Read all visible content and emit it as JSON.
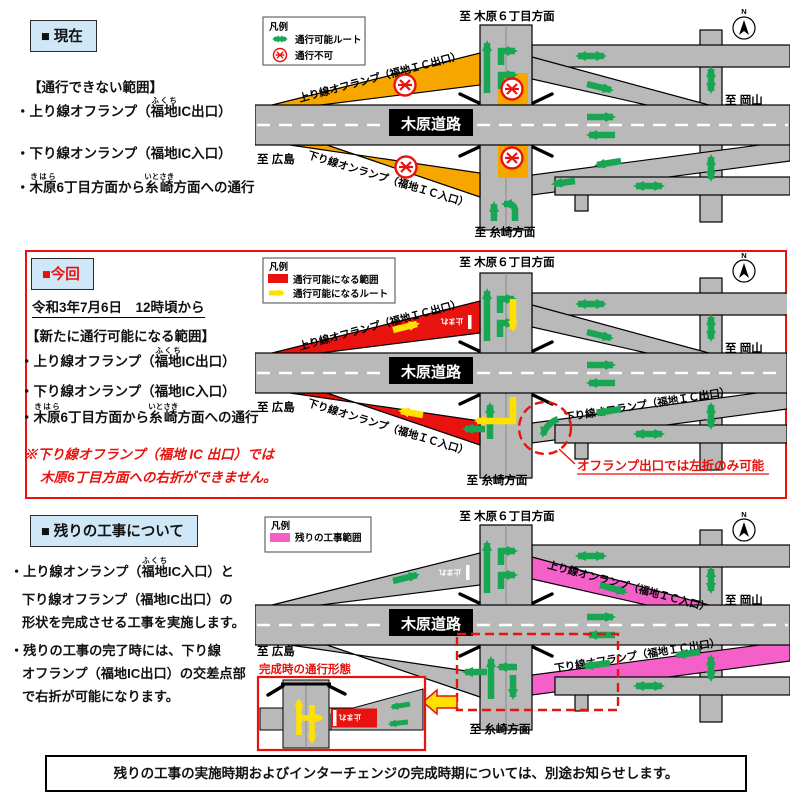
{
  "colors": {
    "road": "#b9b9b9",
    "orange": "#f7a600",
    "red": "#e8130e",
    "pink": "#f45fc8",
    "green": "#19a653",
    "yellow": "#ffe100",
    "header_bg": "#cfe7f6"
  },
  "panel_current": {
    "header": "■ 現在",
    "section_title": "【通行できない範囲】",
    "b1": {
      "pre": "・上り線オフランプ（",
      "rb": "福地",
      "rt": "ふくち",
      "post": "IC出口）"
    },
    "b2": "・下り線オンランプ（福地IC入口）",
    "b3": {
      "pre": "・",
      "rb1": "木原",
      "rt1": "きはら",
      "mid": "6丁目方面から",
      "rb2": "糸崎",
      "rt2": "いとさき",
      "post": "方面への通行"
    },
    "legend": {
      "title": "凡例",
      "route": "通行可能ルート",
      "closed": "通行不可"
    },
    "map": {
      "to_kihara": "至 木原６丁目方面",
      "to_okayama": "至 岡山",
      "to_hiroshima": "至 広島",
      "to_itozaki": "至 糸崎方面",
      "road_name": "木原道路",
      "ramp_up_off": "上り線オフランプ（福地ＩＣ出口）",
      "ramp_down_on": "下り線オンランプ（福地ＩＣ入口）",
      "north": "N"
    }
  },
  "panel_now": {
    "header": "■今回",
    "date": "令和3年7月6日　12時頃から",
    "section_title": "【新たに通行可能になる範囲】",
    "b1": {
      "pre": "・上り線オフランプ（",
      "rb": "福地",
      "rt": "ふくち",
      "post": "IC出口）"
    },
    "b2": "・下り線オンランプ（福地IC入口）",
    "b3": {
      "pre": "・",
      "rb1": "木原",
      "rt1": "きはら",
      "mid": "6丁目方面から",
      "rb2": "糸崎",
      "rt2": "いとさき",
      "post": "方面への通行"
    },
    "note1": "※下り線オフランプ（福地 IC 出口）では",
    "note2": "木原6丁目方面への右折ができません。",
    "legend": {
      "title": "凡例",
      "range": "通行可能になる範囲",
      "route": "通行可能になるルート"
    },
    "map": {
      "to_kihara": "至 木原６丁目方面",
      "to_okayama": "至 岡山",
      "to_hiroshima": "至 広島",
      "to_itozaki": "至 糸崎方面",
      "road_name": "木原道路",
      "ramp_up_off": "上り線オフランプ（福地ＩＣ出口）",
      "ramp_down_on": "下り線オンランプ（福地ＩＣ入口）",
      "ramp_down_off": "下り線オフランプ（福地ＩＣ出口）",
      "stop": "止まれ",
      "callout": "オフランプ出口では左折のみ可能",
      "north": "N"
    }
  },
  "panel_remaining": {
    "header": "■ 残りの工事について",
    "p1": {
      "l1": {
        "pre": "・上り線オンランプ（",
        "rb": "福地",
        "rt": "ふくち",
        "post": "IC入口）と"
      },
      "l2": "下り線オフランプ（福地IC出口）の",
      "l3": "形状を完成させる工事を実施します。"
    },
    "p2": {
      "l1": "・残りの工事の完了時には、下り線",
      "l2": "オフランプ（福地IC出口）の交差点部",
      "l3": "で右折が可能になります。"
    },
    "legend": {
      "title": "凡例",
      "range": "残りの工事範囲"
    },
    "map": {
      "to_kihara": "至 木原６丁目方面",
      "to_okayama": "至 岡山",
      "to_hiroshima": "至 広島",
      "to_itozaki": "至 糸崎方面",
      "road_name": "木原道路",
      "ramp_up_on": "上り線オンランプ（福地ＩＣ入口）",
      "ramp_down_off": "下り線オフランプ（福地ＩＣ出口）",
      "inset_title": "完成時の通行形態",
      "stop": "止まれ",
      "north": "N"
    }
  },
  "footer": "残りの工事の実施時期およびインターチェンジの完成時期については、別途お知らせします。"
}
